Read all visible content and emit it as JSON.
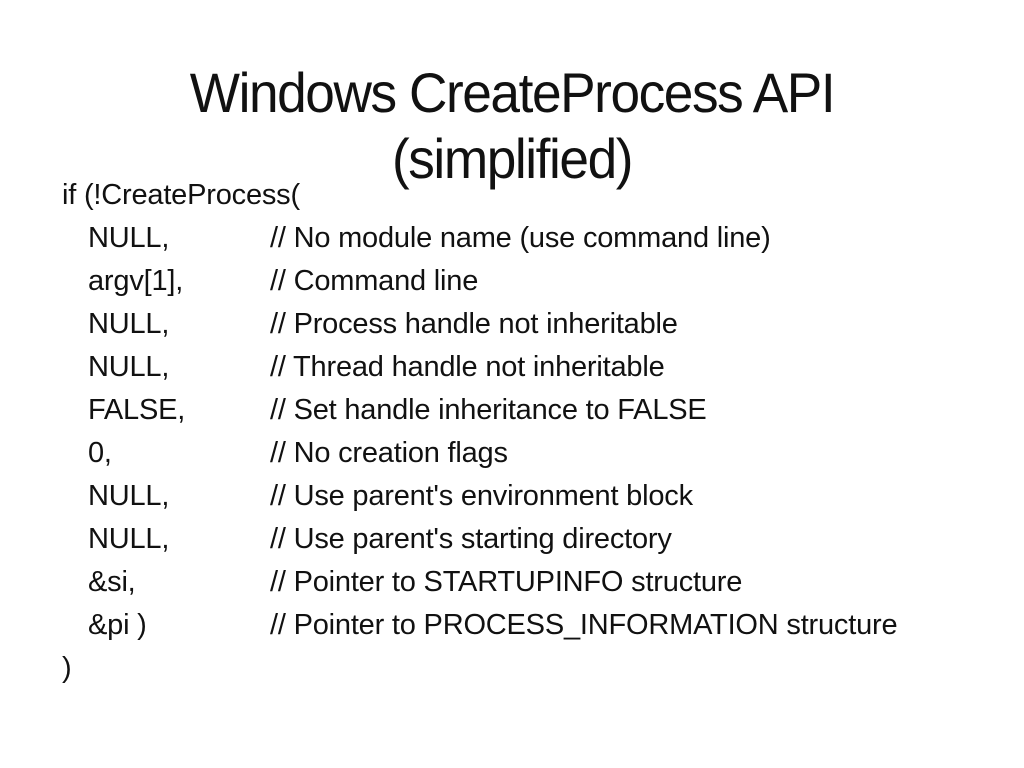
{
  "slide": {
    "background_color": "#ffffff",
    "text_color": "#111111"
  },
  "title": {
    "line1": "Windows CreateProcess API",
    "line2": "(simplified)"
  },
  "code": {
    "opening_line": "if (!CreateProcess(",
    "closing_line": ")",
    "params": [
      {
        "value": "NULL,",
        "comment": "// No module name (use command line)"
      },
      {
        "value": "argv[1],",
        "comment": "// Command line"
      },
      {
        "value": "NULL,",
        "comment": "// Process handle not inheritable"
      },
      {
        "value": "NULL,",
        "comment": "// Thread handle not inheritable"
      },
      {
        "value": "FALSE,",
        "comment": "// Set handle inheritance to FALSE"
      },
      {
        "value": "0,",
        "comment": "// No creation flags"
      },
      {
        "value": "NULL,",
        "comment": "// Use parent's environment block"
      },
      {
        "value": "NULL,",
        "comment": "// Use parent's starting directory"
      },
      {
        "value": "&si,",
        "comment": "// Pointer to STARTUPINFO structure"
      },
      {
        "value": "&pi )",
        "comment": "// Pointer to PROCESS_INFORMATION structure"
      }
    ]
  }
}
